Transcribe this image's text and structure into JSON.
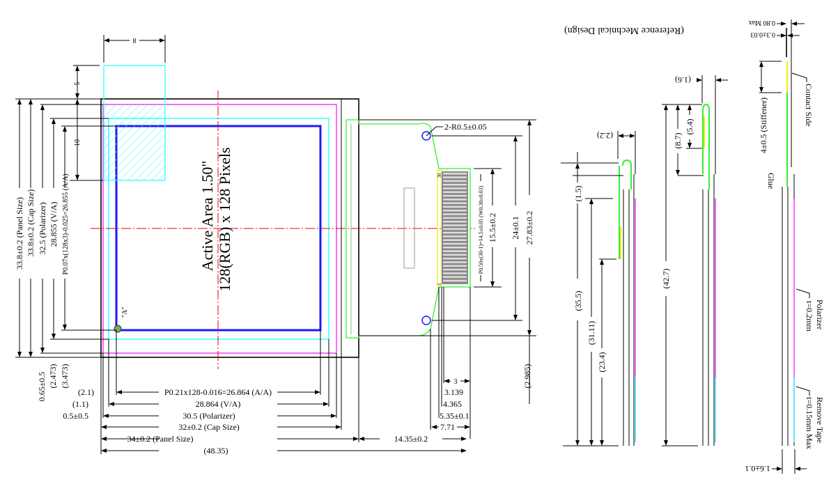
{
  "title": "(Reference Mechnical Design)",
  "active_area": {
    "line1": "Active Area 1.50\"",
    "line2": "128(RGB) x 128 Pixels"
  },
  "point_a": "\"A\"",
  "top_dims": {
    "width_8": "8",
    "height_5": "5",
    "height_10": "10"
  },
  "left_dims": {
    "panel": "33.8±0.2 (Panel Size)",
    "cap": "33.8±0.2 (Cap Size)",
    "polarizer": "32.5 (Polarizer)",
    "va": "28.855 (V/A)",
    "aa": "P0.07x(128x3)-0.025=26.855 (A/A)",
    "off1": "0.65±0.5",
    "off2": "(2.473)",
    "off3": "(3.473)"
  },
  "bottom_dims": {
    "d21": "(2.1)",
    "aa": "P0.21x128-0.016=26.864 (A/A)",
    "d11": "(1.1)",
    "va": "28.864 (V/A)",
    "d05": "0.5±0.5",
    "pol": "30.5 (Polarizer)",
    "cap": "32±0.2 (Cap Size)",
    "panel": "34±0.2 (Panel Size)",
    "fpc": "14.35±0.2",
    "total": "(48.35)"
  },
  "fpc_dims": {
    "d3": "3",
    "d3139": "3.139",
    "d4365": "4.365",
    "d535": "5.35±0.1",
    "d771": "7.71",
    "radius": "2-R0.5±0.05",
    "pitch": "P0.50x(30-1)=14.5±0.05 (W0.30±0.03)",
    "d155": "15.5±0.2",
    "d24": "24±0.1",
    "d2783": "27.83±0.2",
    "d2985": "(2.985)",
    "pin30": "30",
    "pin1": "1"
  },
  "side_dims": {
    "d22": "(2.2)",
    "d15a": "(1.5)",
    "d355": "(35.5)",
    "d3111": "(31.11)",
    "d234": "(23.4)",
    "d16": "(1.6)",
    "d54": "(5.4)",
    "d87": "(8.7)",
    "d427": "(42.7)",
    "max080": "0.80 Max",
    "d03": "0.3±0.03",
    "stiffener": "4±0.5 (Stiffener)",
    "contact": "Contact Side",
    "glue": "Glue",
    "pol1": "Polarizer",
    "pol2": "t=0.2mm",
    "tape1": "Remove Tape",
    "tape2": "t=0.15mm Max",
    "thick": "1.6±0.1"
  },
  "colors": {
    "polarizer": "#ff33ff",
    "va": "#33ffff",
    "aa": "#1a1aff",
    "fpc": "#33ee33",
    "stiffener": "#eeee00",
    "center": "#ee0000"
  }
}
